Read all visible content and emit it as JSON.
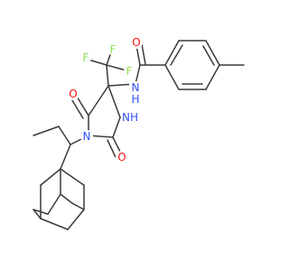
{
  "molecule": {
    "colors": {
      "bond": "#3a3a3a",
      "O": "#ff0d0d",
      "N": "#3050f8",
      "F": "#90e050",
      "background": "#ffffff"
    },
    "labels": {
      "o_amide": "O",
      "o_ring_top": "O",
      "o_ring_bottom": "O",
      "f1": "F",
      "f2": "F",
      "f3": "F",
      "n_amide": "N",
      "h_amide": "H",
      "n_ring_left": "N",
      "n_ring_nh": "NH"
    }
  }
}
